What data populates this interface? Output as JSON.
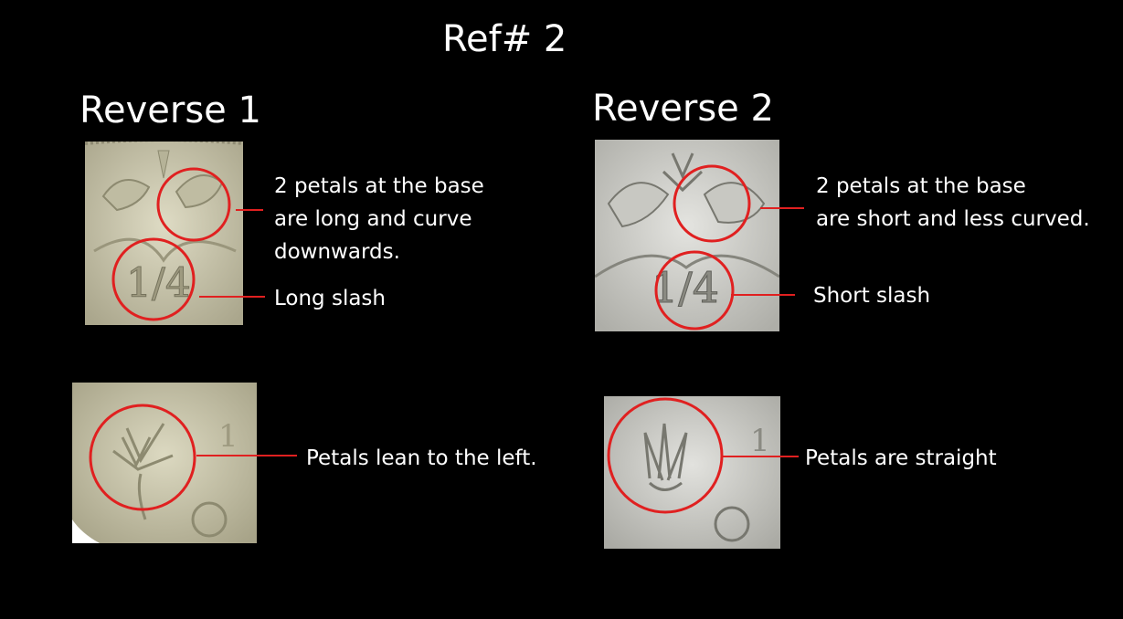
{
  "title": "Ref# 2",
  "reverse1": {
    "heading": "Reverse 1",
    "note_petals": "2 petals at the base\nare long and curve\ndownwards.",
    "note_slash": "Long slash",
    "note_lean": "Petals lean to the left.",
    "fraction": "1/4"
  },
  "reverse2": {
    "heading": "Reverse 2",
    "note_petals": "2 petals at the base\nare short and less curved.",
    "note_slash": "Short slash",
    "note_lean": "Petals are straight",
    "fraction": "1/4"
  },
  "colors": {
    "marker": "#e02020",
    "coin1": "#c9c6aa",
    "coin2": "#cfcfcb"
  }
}
